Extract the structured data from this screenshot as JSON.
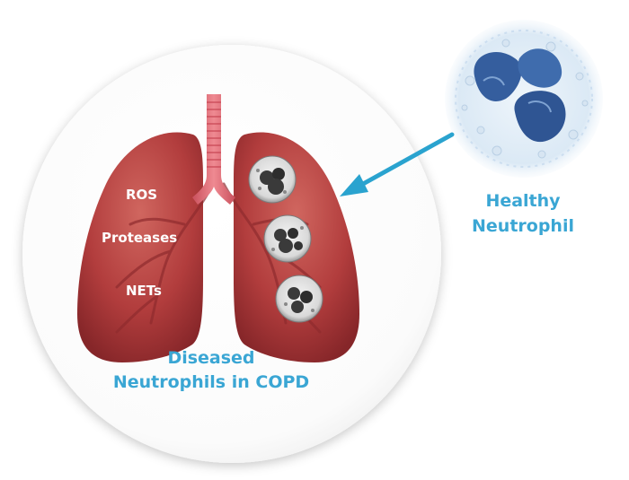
{
  "labels": {
    "ros": "ROS",
    "proteases": "Proteases",
    "nets": "NETs",
    "diseased_line1": "Diseased",
    "diseased_line2": "Neutrophils in COPD",
    "healthy_line1": "Healthy",
    "healthy_line2": "Neutrophil"
  },
  "colors": {
    "accent": "#3aa6d4",
    "arrow": "#2aa3cf",
    "lung": "#b8403f",
    "lung_dark": "#8e2b2d",
    "trachea": "#e06b74",
    "circle_fill": "#ffffff"
  },
  "icons": [
    "healthy-neutrophil-icon",
    "diseased-neutrophil-icon",
    "arrow-icon"
  ]
}
